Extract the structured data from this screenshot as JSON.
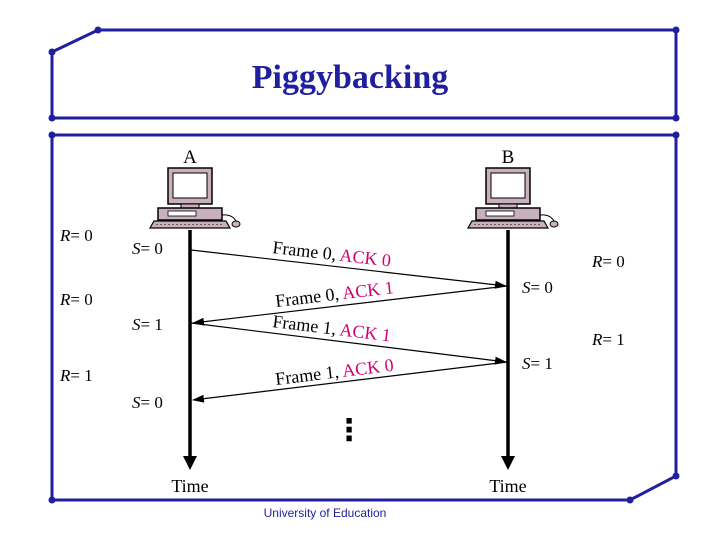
{
  "title": "Piggybacking",
  "hosts": {
    "a": "A",
    "b": "B"
  },
  "time_label": "Time",
  "messages": [
    {
      "frame_text": "Frame 0, ",
      "ack_text": "ACK 0"
    },
    {
      "frame_text": "Frame 0, ",
      "ack_text": "ACK 1"
    },
    {
      "frame_text": "Frame 1, ",
      "ack_text": "ACK 1"
    },
    {
      "frame_text": "Frame 1, ",
      "ack_text": "ACK 0"
    }
  ],
  "a_r": [
    {
      "var": "R",
      "value": "= 0"
    },
    {
      "var": "R",
      "value": "= 0"
    },
    {
      "var": "R",
      "value": "= 1"
    }
  ],
  "a_s": [
    {
      "var": "S",
      "value": "= 0"
    },
    {
      "var": "S",
      "value": "= 1"
    },
    {
      "var": "S",
      "value": "= 0"
    }
  ],
  "b_s": [
    {
      "var": "S",
      "value": "= 0"
    },
    {
      "var": "S",
      "value": "= 1"
    }
  ],
  "b_r": [
    {
      "var": "R",
      "value": "= 0"
    },
    {
      "var": "R",
      "value": "= 1"
    }
  ],
  "ellipsis": "⋮",
  "footer": "University of Education",
  "colors": {
    "title": "#1f1f9f",
    "frame_border": "#1f1f9f",
    "ack": "#d0006f",
    "computer": "#c8b0bc"
  }
}
